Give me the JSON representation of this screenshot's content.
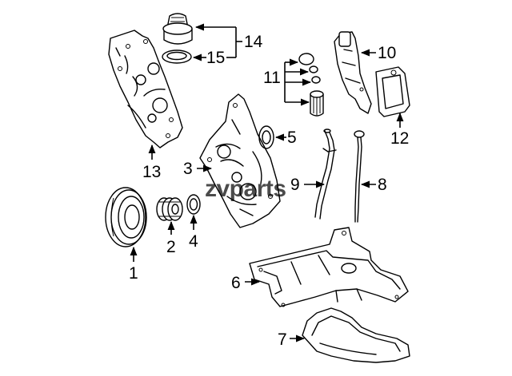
{
  "watermark": "zvparts",
  "callouts": [
    {
      "id": "1",
      "label": "1"
    },
    {
      "id": "2",
      "label": "2"
    },
    {
      "id": "3",
      "label": "3"
    },
    {
      "id": "4",
      "label": "4"
    },
    {
      "id": "5",
      "label": "5"
    },
    {
      "id": "6",
      "label": "6"
    },
    {
      "id": "7",
      "label": "7"
    },
    {
      "id": "8",
      "label": "8"
    },
    {
      "id": "9",
      "label": "9"
    },
    {
      "id": "10",
      "label": "10"
    },
    {
      "id": "11",
      "label": "11"
    },
    {
      "id": "12",
      "label": "12"
    },
    {
      "id": "13",
      "label": "13"
    },
    {
      "id": "14",
      "label": "14"
    },
    {
      "id": "15",
      "label": "15"
    }
  ]
}
